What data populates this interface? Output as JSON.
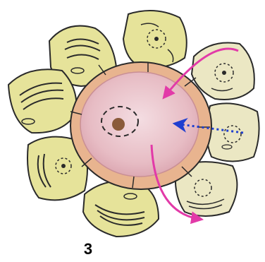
{
  "figure": {
    "panel_label": "3"
  },
  "colors": {
    "background": "#ffffff",
    "cell_fill": "#e6e39a",
    "cell_fill_light": "#ebe7c3",
    "cell_outline": "#2a2a2a",
    "central_cell_fill": "#e7bcc4",
    "central_cell_edge": "#c98f95",
    "ring_segment_fill": "#e8b48f",
    "nucleus_fill": "#8a5a3a",
    "magenta_arrow": "#e23aa8",
    "blue_arrow": "#1f3fd0"
  },
  "icons": {
    "arrows": [
      "magenta-curved-arrow-in",
      "blue-dotted-arrow",
      "magenta-curved-arrow-out"
    ]
  }
}
